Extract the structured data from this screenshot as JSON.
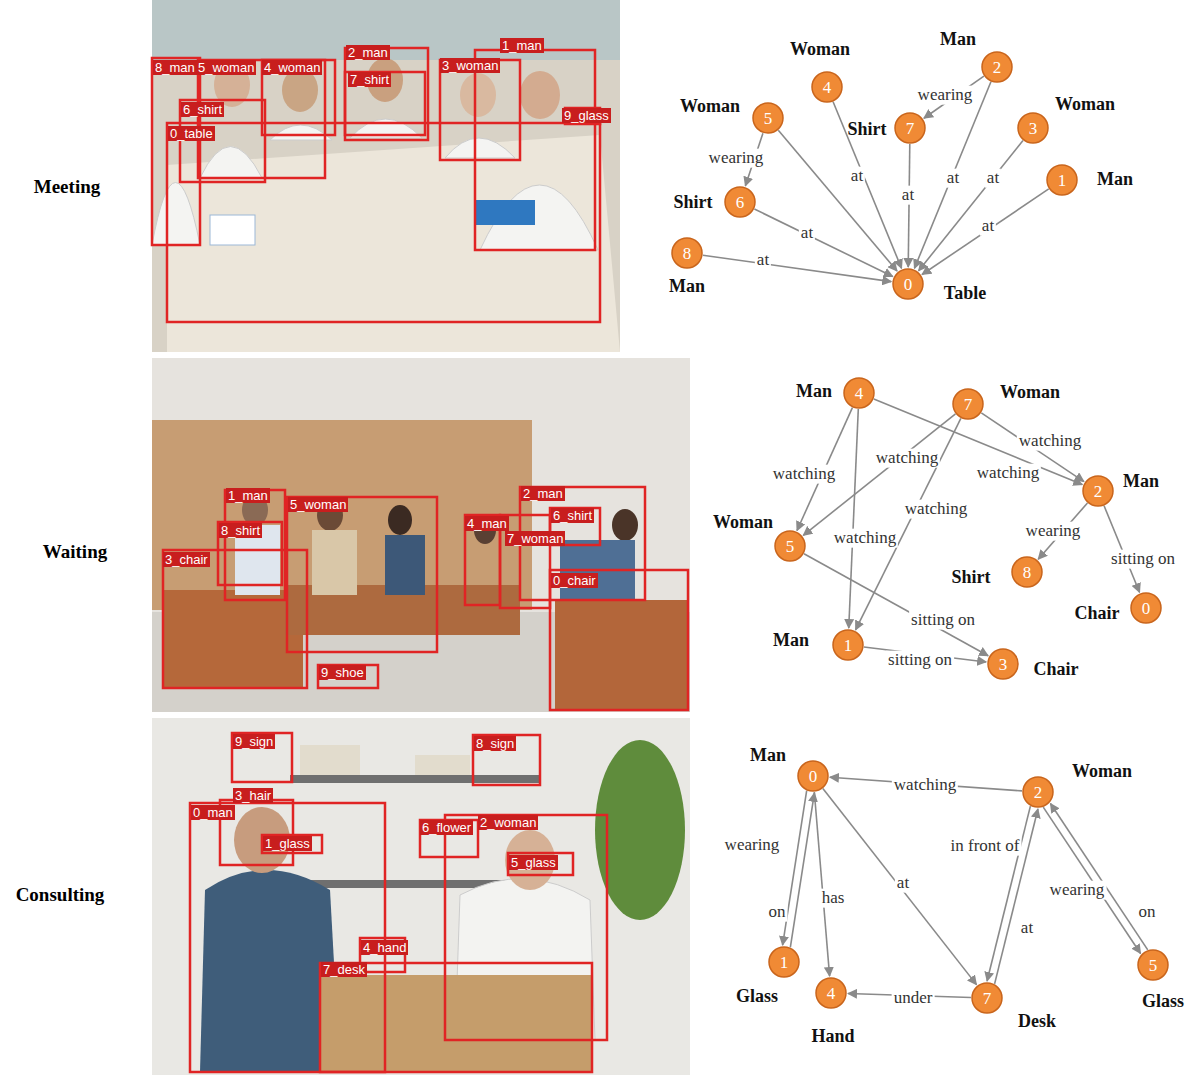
{
  "diagram": {
    "nodes": [
      {
        "text": [
          "4",
          "Woman"
        ]
      },
      {
        "text": [
          "2",
          "Man"
        ]
      },
      {
        "text": [
          "5",
          "Woman"
        ]
      },
      {
        "text": [
          "7",
          "Shirt"
        ]
      },
      {
        "text": [
          "3",
          "Woman"
        ]
      },
      {
        "text": [
          "1",
          "Man"
        ]
      },
      {
        "text": [
          "6",
          "Shirt"
        ]
      },
      {
        "text": [
          "8",
          "Man"
        ]
      },
      {
        "text": [
          "0",
          "Table"
        ]
      },
      {
        "text": [
          "4",
          "Man"
        ]
      },
      {
        "text": [
          "7",
          "Woman"
        ]
      },
      {
        "text": [
          "2",
          "Man"
        ]
      },
      {
        "text": [
          "5",
          "Woman"
        ]
      },
      {
        "text": [
          "8",
          "Shirt"
        ]
      },
      {
        "text": [
          "0",
          "Chair"
        ]
      },
      {
        "text": [
          "1",
          "Man"
        ]
      },
      {
        "text": [
          "3",
          "Chair"
        ]
      },
      {
        "text": [
          "0",
          "Man"
        ]
      },
      {
        "text": [
          "2",
          "Woman"
        ]
      },
      {
        "text": [
          "1",
          "Glass"
        ]
      },
      {
        "text": [
          "4",
          "Hand"
        ]
      },
      {
        "text": [
          "7",
          "Desk"
        ]
      },
      {
        "text": [
          "5",
          "Glass"
        ]
      }
    ],
    "edges": [
      {
        "from": 2,
        "to": 6,
        "arrow": "to",
        "label": "wearing"
      },
      {
        "from": 1,
        "to": 3,
        "arrow": "to",
        "label": "wearing"
      },
      {
        "from": 2,
        "to": 8,
        "arrow": "to"
      },
      {
        "from": 0,
        "to": 8,
        "arrow": "to",
        "label": "at"
      },
      {
        "from": 3,
        "to": 8,
        "arrow": "to",
        "label": "at"
      },
      {
        "from": 1,
        "to": 8,
        "arrow": "to",
        "label": "at"
      },
      {
        "from": 4,
        "to": 8,
        "arrow": "to",
        "label": "at"
      },
      {
        "from": 5,
        "to": 8,
        "arrow": "to",
        "label": "at"
      },
      {
        "from": 6,
        "to": 8,
        "arrow": "to",
        "label": "at"
      },
      {
        "from": 7,
        "to": 8,
        "arrow": "to",
        "label": "at"
      },
      {
        "from": 9,
        "to": 12,
        "arrow": "to",
        "label": "watching"
      },
      {
        "from": 9,
        "to": 15,
        "arrow": "to",
        "label": "watching"
      },
      {
        "from": 9,
        "to": 11,
        "arrow": "to",
        "label": "watching"
      },
      {
        "from": 10,
        "to": 12,
        "arrow": "to",
        "label": "watching"
      },
      {
        "from": 10,
        "to": 11,
        "arrow": "to",
        "label": "watching"
      },
      {
        "from": 10,
        "to": 15,
        "arrow": "to",
        "label": "watching"
      },
      {
        "from": 11,
        "to": 13,
        "arrow": "to",
        "label": "wearing"
      },
      {
        "from": 11,
        "to": 14,
        "arrow": "to",
        "label": "sitting on"
      },
      {
        "from": 12,
        "to": 16,
        "arrow": "to",
        "label": "sitting on"
      },
      {
        "from": 15,
        "to": 16,
        "arrow": "to",
        "label": "sitting on"
      },
      {
        "from": 18,
        "to": 17,
        "arrow": "to",
        "label": "watching"
      },
      {
        "from": 17,
        "to": 19,
        "arrow": "to",
        "label": "wearing"
      },
      {
        "from": 19,
        "to": 17,
        "arrow": "to",
        "label": "on"
      },
      {
        "from": 17,
        "to": 20,
        "arrow": "to",
        "label": "has"
      },
      {
        "from": 17,
        "to": 21,
        "arrow": "to",
        "label": "at"
      },
      {
        "from": 21,
        "to": 20,
        "arrow": "to",
        "label": "under"
      },
      {
        "from": 21,
        "to": 18,
        "arrow": "to",
        "label": "in front of"
      },
      {
        "from": 18,
        "to": 21,
        "arrow": "to",
        "label": "at"
      },
      {
        "from": 18,
        "to": 22,
        "arrow": "to",
        "label": "wearing"
      },
      {
        "from": 22,
        "to": 18,
        "arrow": "to",
        "label": "on"
      }
    ],
    "labels": [
      "Meeting",
      "8_man",
      "5_woman",
      "4_woman",
      "2_man",
      "7_shirt",
      "3_woman",
      "1_man",
      "6_shirt",
      "0_table",
      "9_glass",
      "Waiting",
      "1_man",
      "5_woman",
      "8_shirt",
      "3_chair",
      "9_shoe",
      "2_man",
      "6_shirt",
      "4_man",
      "7_woman",
      "0_chair",
      "Consulting",
      "9_sign",
      "8_sign",
      "0_man",
      "3_hair",
      "1_glass",
      "6_flower",
      "2_woman",
      "5_glass",
      "4_hand",
      "7_desk"
    ]
  }
}
